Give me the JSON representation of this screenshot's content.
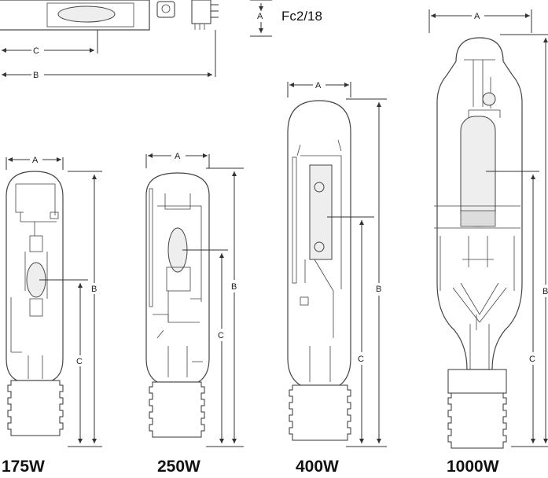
{
  "base_code": "Fc2/18",
  "dimensions": {
    "a": "A",
    "b": "B",
    "c": "C"
  },
  "lamps": [
    {
      "wattage": "175W"
    },
    {
      "wattage": "250W"
    },
    {
      "wattage": "400W"
    },
    {
      "wattage": "1000W"
    }
  ]
}
